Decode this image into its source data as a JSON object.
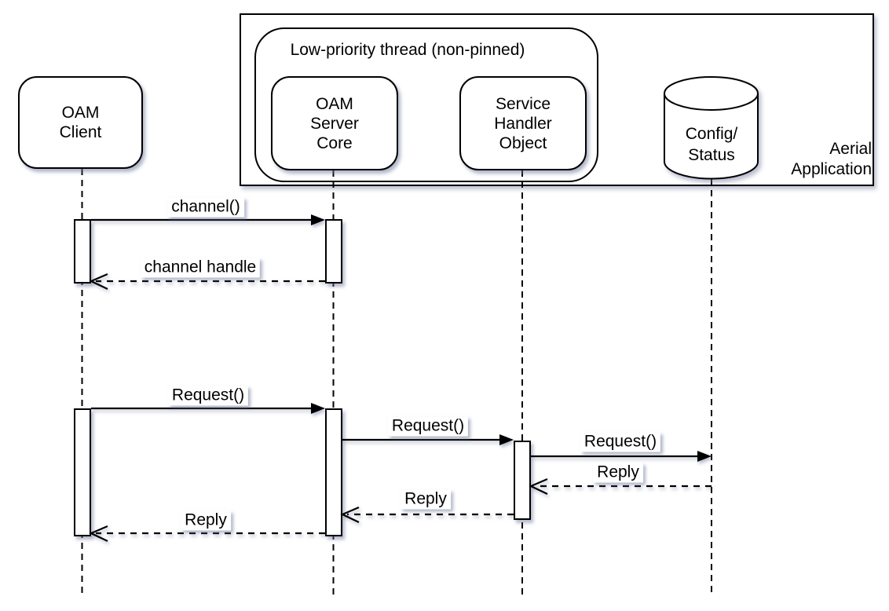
{
  "frame": {
    "app_label_line1": "Aerial",
    "app_label_line2": "Application"
  },
  "thread_group": {
    "title": "Low-priority thread (non-pinned)"
  },
  "participants": {
    "client": {
      "line1": "OAM",
      "line2": "Client"
    },
    "server_core": {
      "line1": "OAM",
      "line2": "Server",
      "line3": "Core"
    },
    "service_handler": {
      "line1": "Service",
      "line2": "Handler",
      "line3": "Object"
    },
    "config_status": {
      "line1": "Config/",
      "line2": "Status"
    }
  },
  "messages": {
    "channel_call": {
      "label": "channel()",
      "type": "sync-call"
    },
    "channel_reply": {
      "label": "channel handle",
      "type": "reply"
    },
    "request_from_client": {
      "label": "Request()",
      "type": "sync-call"
    },
    "request_to_handler": {
      "label": "Request()",
      "type": "sync-call"
    },
    "request_to_config": {
      "label": "Request()",
      "type": "sync-call"
    },
    "reply_from_config": {
      "label": "Reply",
      "type": "reply"
    },
    "reply_from_handler": {
      "label": "Reply",
      "type": "reply"
    },
    "reply_to_client": {
      "label": "Reply",
      "type": "reply"
    }
  },
  "colors": {
    "stroke": "#000000",
    "background": "#ffffff",
    "shadow": "rgba(110,120,155,0.5)"
  }
}
